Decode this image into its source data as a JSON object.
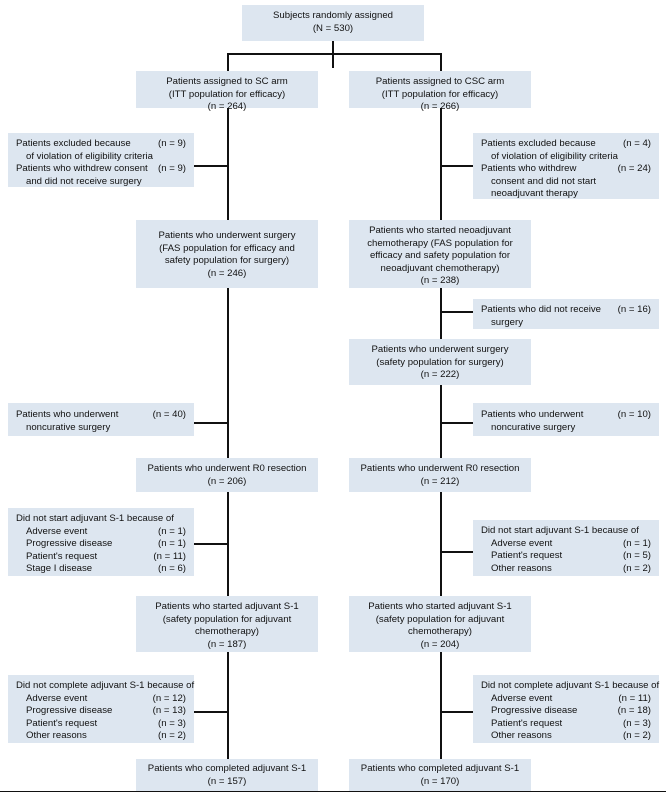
{
  "diagram": {
    "type": "consort-flow-diagram",
    "colors": {
      "box_fill": "#dde6f0",
      "line": "#111111",
      "text": "#111111",
      "background": "#ffffff"
    },
    "top": {
      "title": "Subjects randomly assigned",
      "count": "(N = 530)"
    },
    "arms": {
      "left": {
        "assigned": {
          "l1": "Patients assigned to SC arm",
          "l2": "(ITT population for efficacy)",
          "l3": "(n = 264)"
        },
        "excluded": {
          "r1_label": "Patients excluded because",
          "r1_num": "(n = 9)",
          "r1_cont": "of violation of eligibility criteria",
          "r2_label": "Patients who withdrew consent",
          "r2_num": "(n = 9)",
          "r2_cont": "and did not receive surgery"
        },
        "surgery": {
          "l1": "Patients who underwent surgery",
          "l2": "(FAS population for efficacy and",
          "l3": "safety population for surgery)",
          "l4": "(n = 246)"
        },
        "noncurative": {
          "r1_label": "Patients who underwent",
          "r1_num": "(n = 40)",
          "r1_cont": "noncurative surgery"
        },
        "r0": {
          "l1": "Patients who underwent R0 resection",
          "l2": "(n = 206)"
        },
        "not_started": {
          "header": "Did not start adjuvant S-1 because of",
          "rows": [
            {
              "label": "Adverse event",
              "num": "(n = 1)"
            },
            {
              "label": "Progressive disease",
              "num": "(n = 1)"
            },
            {
              "label": "Patient's request",
              "num": "(n = 11)"
            },
            {
              "label": "Stage I disease",
              "num": "(n = 6)"
            }
          ]
        },
        "started": {
          "l1": "Patients who started adjuvant S-1",
          "l2": "(safety population for adjuvant",
          "l3": "chemotherapy)",
          "l4": "(n = 187)"
        },
        "not_completed": {
          "header": "Did not complete adjuvant S-1 because of",
          "rows": [
            {
              "label": "Adverse event",
              "num": "(n = 12)"
            },
            {
              "label": "Progressive disease",
              "num": "(n = 13)"
            },
            {
              "label": "Patient's request",
              "num": "(n = 3)"
            },
            {
              "label": "Other reasons",
              "num": "(n = 2)"
            }
          ]
        },
        "completed": {
          "l1": "Patients who completed adjuvant S-1",
          "l2": "(n = 157)"
        }
      },
      "right": {
        "assigned": {
          "l1": "Patients assigned to CSC arm",
          "l2": "(ITT population for efficacy)",
          "l3": "(n = 266)"
        },
        "excluded": {
          "r1_label": "Patients excluded because",
          "r1_num": "(n = 4)",
          "r1_cont": "of violation of eligibility criteria",
          "r2_label": "Patients who withdrew",
          "r2_num": "(n = 24)",
          "r2_cont1": "consent and did not start",
          "r2_cont2": "neoadjuvant therapy"
        },
        "neoadjuvant": {
          "l1": "Patients who started neoadjuvant",
          "l2": "chemotherapy (FAS population for",
          "l3": "efficacy and safety population for",
          "l4": "neoadjuvant chemotherapy)",
          "l5": "(n = 238)"
        },
        "no_surgery": {
          "r1_label": "Patients who did not receive",
          "r1_num": "(n = 16)",
          "r1_cont": "surgery"
        },
        "surgery": {
          "l1": "Patients who underwent surgery",
          "l2": "(safety population for surgery)",
          "l3": "(n = 222)"
        },
        "noncurative": {
          "r1_label": "Patients who underwent",
          "r1_num": "(n = 10)",
          "r1_cont": "noncurative surgery"
        },
        "r0": {
          "l1": "Patients who underwent R0 resection",
          "l2": "(n = 212)"
        },
        "not_started": {
          "header": "Did not start adjuvant S-1 because of",
          "rows": [
            {
              "label": "Adverse event",
              "num": "(n = 1)"
            },
            {
              "label": "Patient's request",
              "num": "(n = 5)"
            },
            {
              "label": "Other reasons",
              "num": "(n = 2)"
            }
          ]
        },
        "started": {
          "l1": "Patients who started adjuvant S-1",
          "l2": "(safety population for adjuvant",
          "l3": "chemotherapy)",
          "l4": "(n = 204)"
        },
        "not_completed": {
          "header": "Did not complete adjuvant S-1 because of",
          "rows": [
            {
              "label": "Adverse event",
              "num": "(n = 11)"
            },
            {
              "label": "Progressive disease",
              "num": "(n = 18)"
            },
            {
              "label": "Patient's request",
              "num": "(n = 3)"
            },
            {
              "label": "Other reasons",
              "num": "(n = 2)"
            }
          ]
        },
        "completed": {
          "l1": "Patients who completed adjuvant S-1",
          "l2": "(n = 170)"
        }
      }
    }
  }
}
